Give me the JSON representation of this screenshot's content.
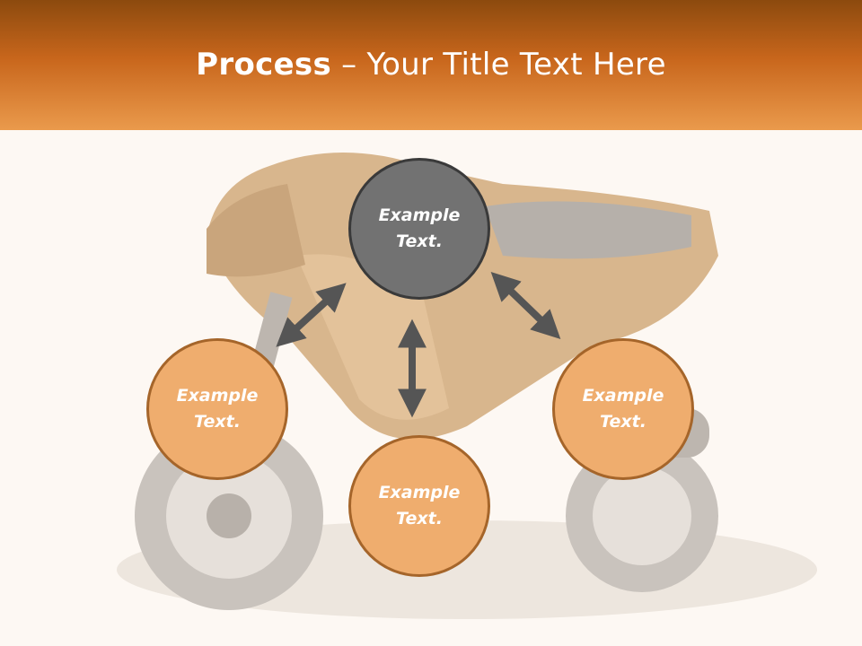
{
  "title": {
    "bold": "Process",
    "rest": " – Your Title Text Here"
  },
  "nodes": [
    {
      "id": "top",
      "text_line1": "Example",
      "text_line2": "Text."
    },
    {
      "id": "left",
      "text_line1": "Example",
      "text_line2": "Text."
    },
    {
      "id": "bottom",
      "text_line1": "Example",
      "text_line2": "Text."
    },
    {
      "id": "right",
      "text_line1": "Example",
      "text_line2": "Text."
    }
  ],
  "colors": {
    "header": "#c8661c",
    "node_dark": "#727272",
    "node_orange": "#efad6e",
    "arrow": "#555555"
  }
}
